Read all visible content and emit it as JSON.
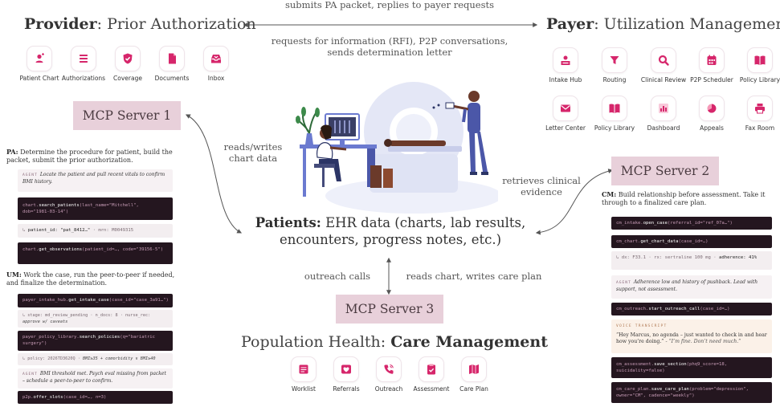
{
  "provider": {
    "title_bold": "Provider",
    "title_rest": ": Prior Authorization",
    "tools": [
      {
        "label": "Patient Chart",
        "icon": "patient-chart-icon"
      },
      {
        "label": "Authorizations",
        "icon": "list-icon"
      },
      {
        "label": "Coverage",
        "icon": "shield-check-icon"
      },
      {
        "label": "Documents",
        "icon": "document-icon"
      },
      {
        "label": "Inbox",
        "icon": "inbox-icon"
      }
    ]
  },
  "payer": {
    "title_bold": "Payer",
    "title_rest": ": Utilization Management",
    "tools": [
      {
        "label": "Intake Hub",
        "icon": "intake-hub-icon"
      },
      {
        "label": "Routing",
        "icon": "routing-icon"
      },
      {
        "label": "Clinical Review",
        "icon": "search-icon"
      },
      {
        "label": "P2P Scheduler",
        "icon": "calendar-icon"
      },
      {
        "label": "Policy Library",
        "icon": "book-icon"
      },
      {
        "label": "Letter Center",
        "icon": "envelope-icon"
      },
      {
        "label": "Policy Library",
        "icon": "book-icon"
      },
      {
        "label": "Dashboard",
        "icon": "bar-chart-icon"
      },
      {
        "label": "Appeals",
        "icon": "pie-chart-icon"
      },
      {
        "label": "Fax Room",
        "icon": "printer-icon"
      }
    ]
  },
  "population": {
    "title_rest": "Population Health: ",
    "title_bold": "Care Management",
    "tools": [
      {
        "label": "Worklist",
        "icon": "worklist-icon"
      },
      {
        "label": "Referrals",
        "icon": "heart-icon"
      },
      {
        "label": "Outreach",
        "icon": "phone-icon"
      },
      {
        "label": "Assessment",
        "icon": "clipboard-icon"
      },
      {
        "label": "Care Plan",
        "icon": "map-icon"
      }
    ]
  },
  "edges": {
    "provider_payer_top": "submits PA packet, replies to payer requests",
    "payer_provider": [
      "requests for information (RFI), P2P conversations,",
      "sends determination letter"
    ],
    "mcp1_patients": [
      "reads/writes",
      "chart data"
    ],
    "mcp2_patients": [
      "retrieves clinical",
      "evidence"
    ],
    "outreach": "outreach calls",
    "care_plan": "reads chart, writes care plan"
  },
  "servers": {
    "mcp1": "MCP Server 1",
    "mcp2": "MCP Server 2",
    "mcp3": "MCP Server 3"
  },
  "patients": {
    "bold": "Patients:",
    "line1_rest": " EHR data (charts, lab results,",
    "line2": "encounters, progress notes, etc.)"
  },
  "pa": {
    "label": "PA:",
    "task": " Determine the procedure for patient, build the packet, submit the prior authorization.",
    "cards": {
      "c1_tag": "AGENT",
      "c1_text": "Locate the patient and pull recent vitals to confirm BMI history.",
      "c2_pre": "chart.",
      "c2_fn": "search_patients",
      "c2_args": "(last_name=\"Mitchell\", dob=\"1981-03-14\")",
      "c3_pre": "↳ ",
      "c3_key": "patient_id: \"pat_8412…\"",
      "c3_rest": " · mrn: M0049315",
      "c4_pre": "chart.",
      "c4_fn": "get_observations",
      "c4_args": "(patient_id=…, code=\"39156-5\")"
    }
  },
  "um": {
    "label": "UM:",
    "task": " Work the case, run the peer-to-peer if needed, and finalize the determination.",
    "cards": {
      "c1_pre": "payer_intake_hub.",
      "c1_fn": "get_intake_case",
      "c1_args": "(case_id=\"case_3a91…\")",
      "c2_pre": "↳ stage: md_review_pending · n_docs: 8 · nurse_rec:",
      "c2_rest": "approve w/ caveats",
      "c3_pre": "payer_policy_library.",
      "c3_fn": "search_policies",
      "c3_args": "(q=\"bariatric surgery\")",
      "c4_pre": "↳ policy: 2026TD3620Q · ",
      "c4_rest": "BMI≥35 + comorbidity ∨ BMI≥40",
      "c5_tag": "AGENT",
      "c5_text": "BMI threshold met. Psych eval missing from packet – schedule a peer-to-peer to confirm.",
      "c6_pre": "p2p.",
      "c6_fn": "offer_slots",
      "c6_args": "(case_id=…, n=3)"
    }
  },
  "cm": {
    "label": "CM:",
    "task": " Build relationship before assessment. Take it through to a finalized care plan.",
    "cards": {
      "c1_pre": "cm_intake.",
      "c1_fn": "open_case",
      "c1_args": "(referral_id=\"ref_07a…\")",
      "c2_pre": "cm_chart.",
      "c2_fn": "get_chart_data",
      "c2_args": "(case_id=…)",
      "c3_pre": "↳ dx: F33.1 · rx: sertraline 100 mg · ",
      "c3_rest": "adherence: 41%",
      "c4_tag": "AGENT",
      "c4_text": "Adherence low and history of pushback. Lead with support, not assessment.",
      "c5_pre": "cm_outreach.",
      "c5_fn": "start_outreach_call",
      "c5_args": "(case_id=…)",
      "c6_tag": "VOICE TRANSCRIPT",
      "c6_quote": "“Hey Marcus, no agenda – just wanted to check in and hear how you’re doing.”",
      "c6_reply": " - “I’m fine. Don’t need much.”",
      "c7_pre": "cm_assessment.",
      "c7_fn": "save_section",
      "c7_args": "(phq9_score=18, suicidality=false)",
      "c8_pre": "cm_care_plan.",
      "c8_fn": "save_care_plan",
      "c8_args": "(problem=\"depression\", owner=\"CM\", cadence=\"weekly\")"
    }
  },
  "colors": {
    "accent": "#d6266b",
    "server_fill": "#e8d0da",
    "card_dark": "#24161f",
    "card_light": "#f3eef0"
  }
}
